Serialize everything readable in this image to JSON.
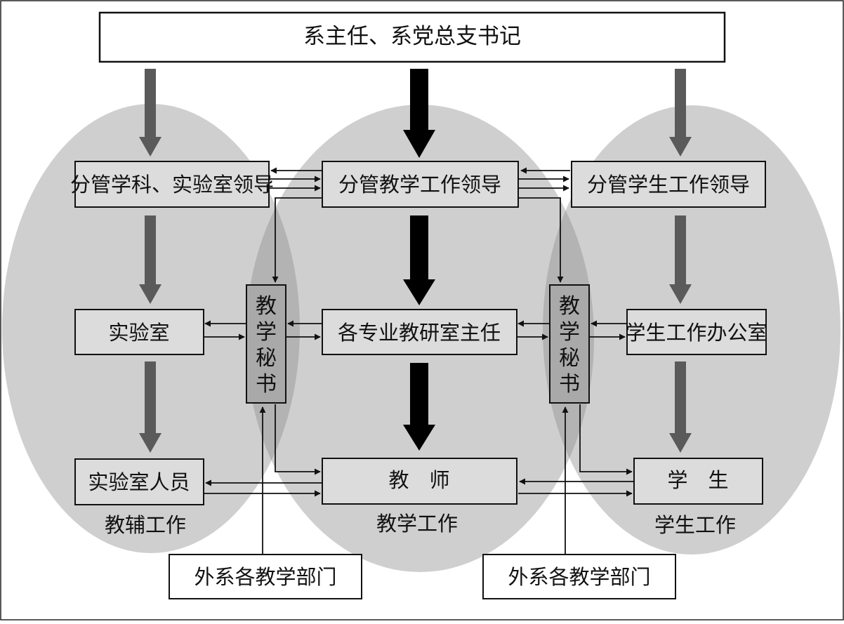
{
  "colors": {
    "background": "#ffffff",
    "ellipse_fill": "#cfcfcf",
    "overlap_fill": "#b3b3b3",
    "box_fill": "#dcdcdc",
    "box_white": "#ffffff",
    "stroke": "#111111",
    "gray_arrow": "#5a5a5a",
    "black_arrow": "#000000"
  },
  "top_box": "系主任、系党总支书记",
  "left_column": {
    "leader": "分管学科、实验室领导",
    "lab": "实验室",
    "staff": "实验室人员",
    "area_label": "教辅工作"
  },
  "center_column": {
    "leader": "分管教学工作领导",
    "director": "各专业教研室主任",
    "teacher": "教　师",
    "area_label": "教学工作"
  },
  "right_column": {
    "leader": "分管学生工作领导",
    "office": "学生工作办公室",
    "student": "学　生",
    "area_label": "学生工作"
  },
  "secretary_left": [
    "教",
    "学",
    "秘",
    "书"
  ],
  "secretary_right": [
    "教",
    "学",
    "秘",
    "书"
  ],
  "external_left": "外系各教学部门",
  "external_right": "外系各教学部门"
}
